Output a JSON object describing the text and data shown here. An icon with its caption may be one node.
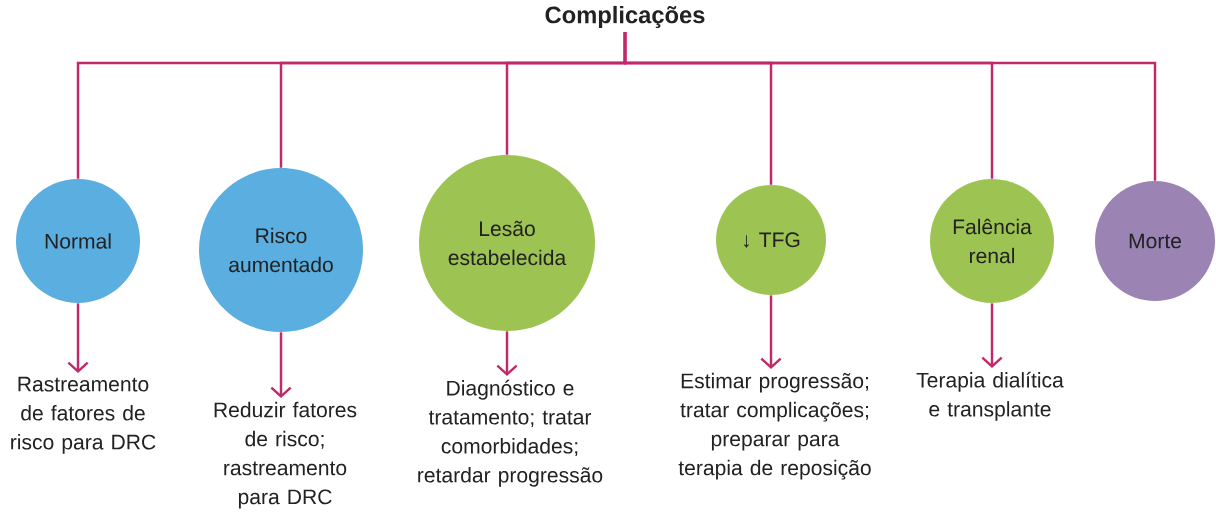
{
  "diagram": {
    "nodes": [
      {
        "text": [
          "Complicações"
        ]
      },
      {
        "text": [
          "Normal"
        ]
      },
      {
        "text": [
          "Risco aumentado"
        ]
      },
      {
        "text": [
          "Lesão estabelecida"
        ]
      },
      {
        "text": [
          "↓ TFG"
        ]
      },
      {
        "text": [
          "Falência renal"
        ]
      },
      {
        "text": [
          "Morte"
        ]
      },
      {
        "text": [
          "Rastreamento de fatores de risco para DRC"
        ]
      },
      {
        "text": [
          "Reduzir fatores de risco; rastreamento para DRC"
        ]
      },
      {
        "text": [
          "Diagnóstico e tratamento; tratar comorbidades; retardar progressão"
        ]
      },
      {
        "text": [
          "Estimar progressão; tratar complicações; preparar para terapia de reposição"
        ]
      },
      {
        "text": [
          "Terapia dialítica e transplante"
        ]
      }
    ],
    "edges": [
      {
        "from": 0,
        "to": 1,
        "arrow": "none"
      },
      {
        "from": 0,
        "to": 2,
        "arrow": "none"
      },
      {
        "from": 0,
        "to": 3,
        "arrow": "none"
      },
      {
        "from": 0,
        "to": 4,
        "arrow": "none"
      },
      {
        "from": 0,
        "to": 5,
        "arrow": "none"
      },
      {
        "from": 0,
        "to": 6,
        "arrow": "none"
      },
      {
        "from": 1,
        "to": 7,
        "arrow": "to"
      },
      {
        "from": 2,
        "to": 8,
        "arrow": "to"
      },
      {
        "from": 3,
        "to": 9,
        "arrow": "to"
      },
      {
        "from": 4,
        "to": 10,
        "arrow": "to"
      },
      {
        "from": 5,
        "to": 11,
        "arrow": "to"
      }
    ]
  }
}
